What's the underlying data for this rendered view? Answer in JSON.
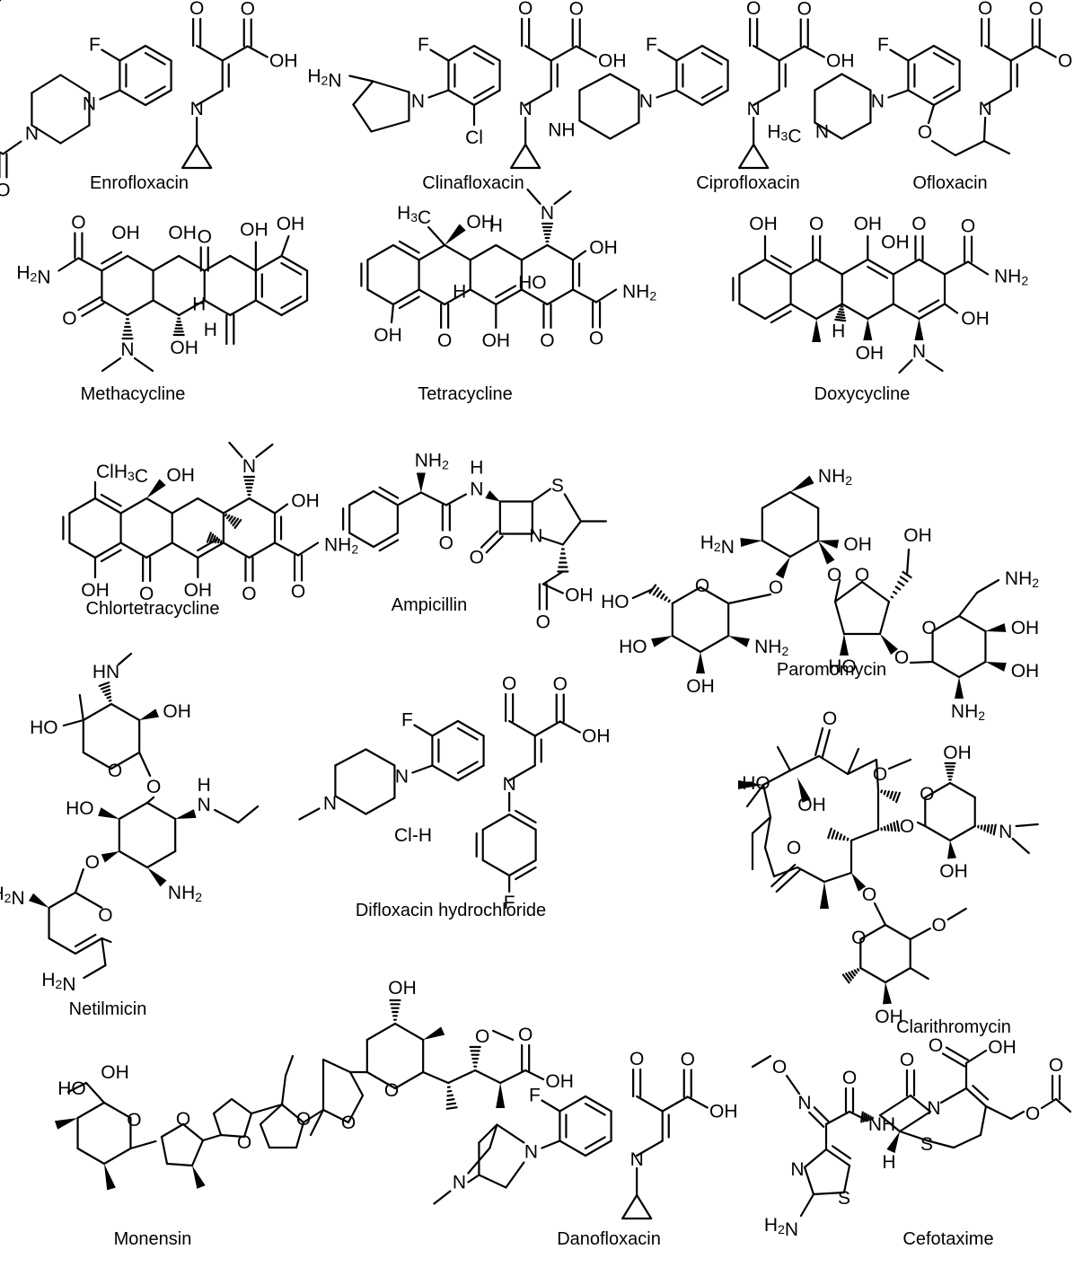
{
  "compounds": [
    {
      "id": "enrofloxacin",
      "label": "Enrofloxacin"
    },
    {
      "id": "clinafloxacin",
      "label": "Clinafloxacin"
    },
    {
      "id": "ciprofloxacin",
      "label": "Ciprofloxacin"
    },
    {
      "id": "ofloxacin",
      "label": "Ofloxacin"
    },
    {
      "id": "methacycline",
      "label": "Methacycline"
    },
    {
      "id": "tetracycline",
      "label": "Tetracycline"
    },
    {
      "id": "doxycycline",
      "label": "Doxycycline"
    },
    {
      "id": "chlortetracycline",
      "label": "Chlortetracycline"
    },
    {
      "id": "ampicillin",
      "label": "Ampicillin"
    },
    {
      "id": "paromomycin",
      "label": "Paromomycin"
    },
    {
      "id": "netilmicin",
      "label": "Netilmicin"
    },
    {
      "id": "difloxacin-hydrochloride",
      "label": "Difloxacin hydrochloride"
    },
    {
      "id": "clarithromycin",
      "label": "Clarithromycin"
    },
    {
      "id": "monensin",
      "label": "Monensin"
    },
    {
      "id": "danofloxacin",
      "label": "Danofloxacin"
    },
    {
      "id": "cefotaxime",
      "label": "Cefotaxime"
    }
  ],
  "atoms": {
    "F": "F",
    "O": "O",
    "OH": "OH",
    "N": "N",
    "NH": "NH",
    "H": "H",
    "S": "S",
    "Cl": "Cl",
    "ClH3C": "ClH3C",
    "HO": "HO",
    "H2N": "H2N",
    "NH2": "NH2",
    "H3C": "H3C",
    "CH3N": "H3C",
    "HN": "HN",
    "ClH": "Cl-H"
  }
}
